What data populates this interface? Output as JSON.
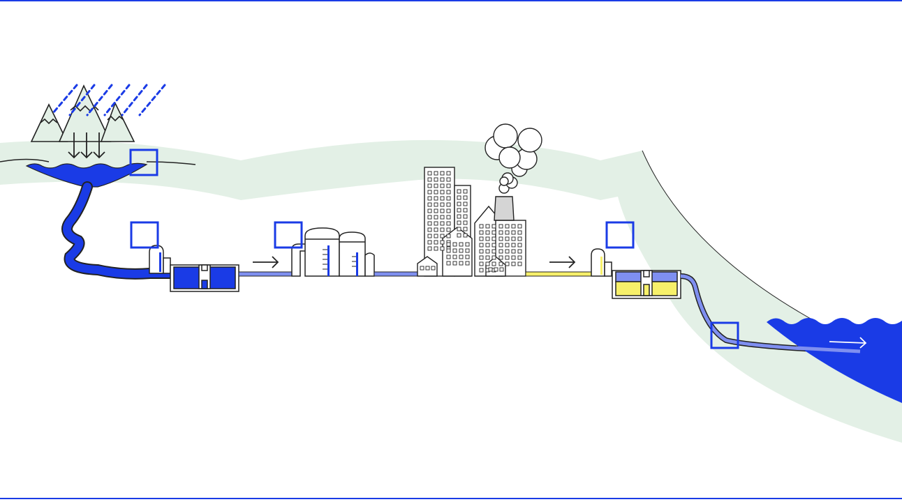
{
  "colors": {
    "frame": "#1a3be6",
    "water": "#1a3be6",
    "pipe": "#7f8ff0",
    "treated": "#f7f06a",
    "ground": "#e3f0e6",
    "outline": "#222222",
    "smoke": "#ffffff",
    "hotspot": "#1a3be6"
  },
  "hotspots": [
    {
      "name": "hotspot-source-lake"
    },
    {
      "name": "hotspot-intake"
    },
    {
      "name": "hotspot-treatment-plant"
    },
    {
      "name": "hotspot-wastewater-plant"
    },
    {
      "name": "hotspot-discharge-outfall"
    }
  ],
  "icons": [
    "mountain-icon",
    "rain-icon",
    "arrow-right-icon",
    "city-buildings-icon",
    "factory-icon",
    "storage-tank-icon"
  ]
}
